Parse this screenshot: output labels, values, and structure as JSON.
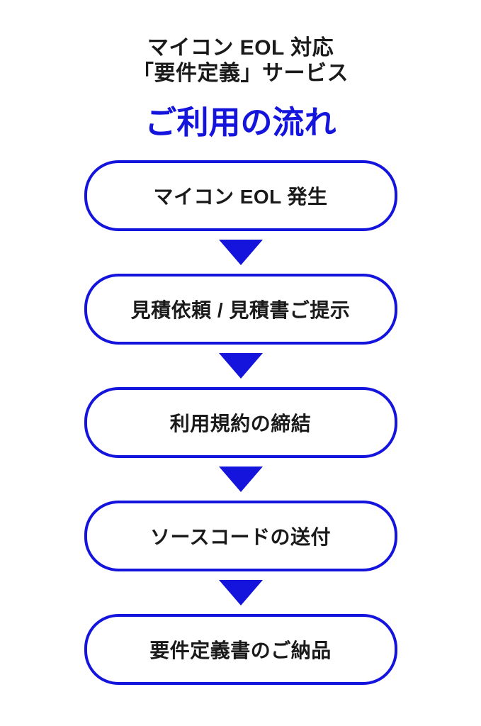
{
  "page": {
    "background_color": "#ffffff",
    "accent_blue": "#1414dd",
    "text_color": "#1a1a1a"
  },
  "header": {
    "title_line1": "マイコン EOL 対応",
    "title_line2": "「要件定義」サービス",
    "subtitle": "ご利用の流れ"
  },
  "flow": {
    "steps": [
      {
        "label": "マイコン EOL 発生"
      },
      {
        "label": "見積依頼 / 見積書ご提示"
      },
      {
        "label": "利用規約の締結"
      },
      {
        "label": "ソースコードの送付"
      },
      {
        "label": "要件定義書のご納品"
      }
    ]
  }
}
